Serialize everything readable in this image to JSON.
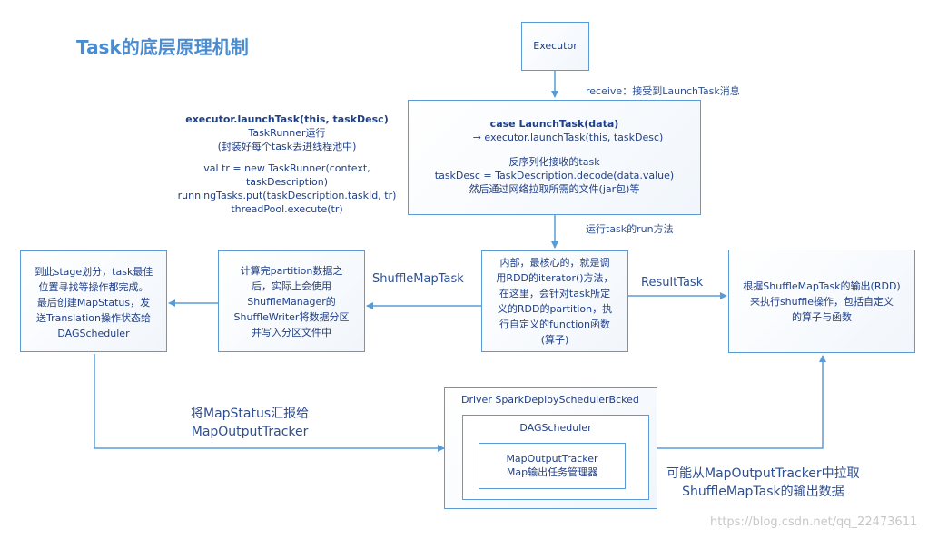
{
  "title": "Task的底层原理机制",
  "executor": {
    "label": "Executor"
  },
  "receive_label": "receive：接受到LaunchTask消息",
  "launch_note": {
    "heading": "executor.launchTask(this, taskDesc)",
    "lines": [
      "TaskRunner运行",
      "(封装好每个task丢进线程池中)",
      "",
      "val tr = new TaskRunner(context,",
      "taskDescription)",
      "runningTasks.put(taskDescription.taskId, tr)",
      "threadPool.execute(tr)"
    ]
  },
  "launch_box": {
    "case_line": "case LaunchTask(data)",
    "arrow_line": "→ executor.launchTask(this, taskDesc)",
    "lines": [
      "反序列化接收的task",
      "taskDesc = TaskDescription.decode(data.value)",
      "然后通过网络拉取所需的文件(jar包)等"
    ]
  },
  "run_label": "运行task的run方法",
  "core_box": {
    "lines": [
      "内部，最核心的，就是调",
      "用RDD的iterator()方法，",
      "在这里，会针对task所定",
      "义的RDD的partition，执",
      "行自定义的function函数",
      "(算子)"
    ]
  },
  "shuffle_map_label": "ShuffleMapTask",
  "result_label": "ResultTask",
  "partition_box": {
    "lines": [
      "计算完partition数据之",
      "后，实际上会使用",
      "ShuffleManager的",
      "ShuffleWriter将数据分区",
      "并写入分区文件中"
    ]
  },
  "stage_box": {
    "lines": [
      "到此stage划分，task最佳",
      "位置寻找等操作都完成。",
      "最后创建MapStatus，发",
      "送Translation操作状态给",
      "DAGScheduler"
    ]
  },
  "result_box": {
    "lines": [
      "根据ShuffleMapTask的输出(RDD)",
      "来执行shuffle操作，包括自定义",
      "的算子与函数"
    ]
  },
  "report_label": {
    "lines": [
      "将MapStatus汇报给",
      "MapOutputTracker"
    ]
  },
  "driver_box": {
    "label": "Driver   SparkDeploySchedulerBcked"
  },
  "dag_box": {
    "label": "DAGScheduler"
  },
  "tracker_box": {
    "lines": [
      "MapOutputTracker",
      "Map输出任务管理器"
    ]
  },
  "fetch_label": {
    "lines": [
      "可能从MapOutputTracker中拉取",
      "ShuffleMapTask的输出数据"
    ]
  },
  "watermark": "https://blog.csdn.net/qq_22473611",
  "colors": {
    "line": "#5b9bd5",
    "text": "#1f3f86",
    "title": "#4a8ccf"
  }
}
